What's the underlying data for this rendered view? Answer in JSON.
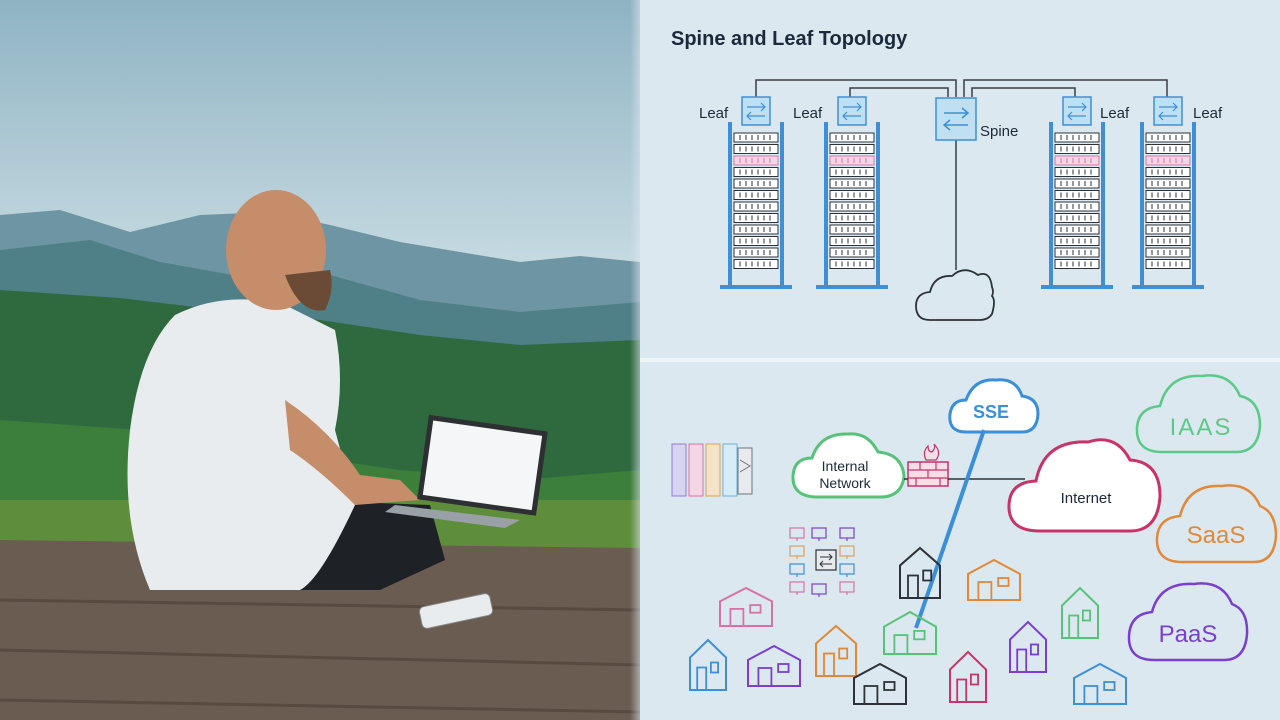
{
  "topology": {
    "title": "Spine and Leaf Topology",
    "leaf_label": "Leaf",
    "spine_label": "Spine"
  },
  "cloud_diagram": {
    "internal_network_line1": "Internal",
    "internal_network_line2": "Network",
    "internet": "Internet",
    "sse": "SSE",
    "iaas": "IAAS",
    "saas": "SaaS",
    "paas": "PaaS"
  },
  "colors": {
    "rack_blue": "#3e8fd6",
    "switch_fill": "#bfe0f2",
    "internal_cloud": "#56c27a",
    "internet_cloud": "#c8336a",
    "sse_cloud": "#3a8fd8",
    "iaas_cloud": "#5cc98a",
    "saas_cloud": "#e0893a",
    "paas_cloud": "#7a3fd0"
  }
}
